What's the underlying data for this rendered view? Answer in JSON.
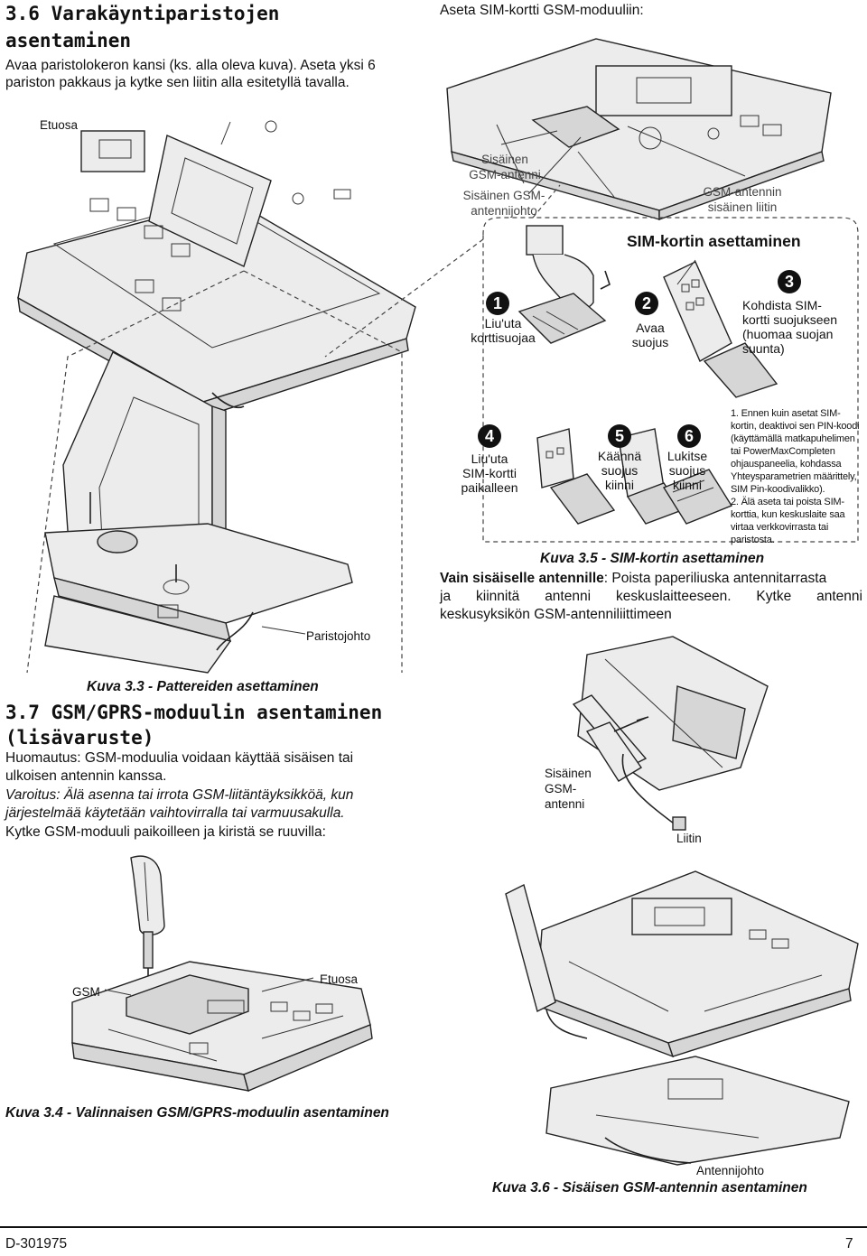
{
  "section36": {
    "title_line1": "3.6 Varakäyntiparistojen",
    "title_line2": "asentaminen",
    "para_line1": "Avaa paristolokeron kansi (ks. alla oleva kuva). Aseta yksi 6",
    "para_line2": "pariston pakkaus ja kytke sen liitin alla esitetyllä tavalla."
  },
  "fig33": {
    "label_front": "Etuosa",
    "label_wire": "Paristojohto",
    "caption": "Kuva 3.3 - Pattereiden asettaminen"
  },
  "fig35": {
    "intro": "Aseta SIM-kortti GSM-moduuliin:",
    "label_internal_antenna_l1": "Sisäinen",
    "label_internal_antenna_l2": "GSM-antenni",
    "label_antenna_wire_l1": "Sisäinen GSM-",
    "label_antenna_wire_l2": "antennijohto",
    "label_connector_l1": "GSM-antennin",
    "label_connector_l2": "sisäinen liitin",
    "sim_heading": "SIM-kortin asettaminen",
    "steps": [
      {
        "num": "1",
        "l1": "Liu'uta",
        "l2": "korttisuojaa",
        "l3": "",
        "l4": ""
      },
      {
        "num": "2",
        "l1": "Avaa",
        "l2": "suojus",
        "l3": "",
        "l4": ""
      },
      {
        "num": "3",
        "l1": "Kohdista SIM-",
        "l2": "kortti suojukseen",
        "l3": "(huomaa suojan",
        "l4": "suunta)"
      },
      {
        "num": "4",
        "l1": "Liu'uta",
        "l2": "SIM-kortti",
        "l3": "paikalleen",
        "l4": ""
      },
      {
        "num": "5",
        "l1": "Käännä",
        "l2": "suojus",
        "l3": "kiinni",
        "l4": ""
      },
      {
        "num": "6",
        "l1": "Lukitse",
        "l2": "suojus",
        "l3": "kiinni",
        "l4": ""
      }
    ],
    "notes": [
      "1. Ennen kuin asetat SIM-",
      "kortin, deaktivoi sen PIN-koodi",
      "(käyttämällä matkapuhelimen",
      "tai PowerMaxCompleten",
      "ohjauspaneelia, kohdassa",
      "Yhteysparametrien määrittely,",
      "SIM Pin-koodivalikko).",
      "2. Älä aseta tai poista SIM-",
      "korttia, kun keskuslaite saa",
      "virtaa verkkovirrasta tai",
      "paristosta."
    ],
    "caption": "Kuva 3.5 - SIM-kortin asettaminen",
    "bold_lead": "Vain sisäiselle antennille",
    "text_line1": ": Poista paperiliuska antennitarrasta",
    "text_line2": "ja kiinnitä antenni keskuslaitteeseen. Kytke antenni",
    "text_line3": "keskusyksikön GSM-antenniliittimeen"
  },
  "section37": {
    "title_line1": "3.7 GSM/GPRS-moduulin asentaminen",
    "title_line2": "(lisävaruste)",
    "note_line1": "Huomautus: GSM-moduulia voidaan käyttää sisäisen tai",
    "note_line2": "ulkoisen antennin kanssa.",
    "warn_line1": "Varoitus: Älä asenna tai irrota GSM-liitäntäyksikköä, kun",
    "warn_line2": "järjestelmää käytetään vaihtovirralla tai varmuusakulla.",
    "instr": "Kytke GSM-moduuli paikoilleen ja kiristä se ruuvilla:"
  },
  "fig34": {
    "label_gsm": "GSM",
    "label_front": "Etuosa",
    "caption": "Kuva 3.4 - Valinnaisen GSM/GPRS-moduulin asentaminen"
  },
  "fig36": {
    "label_antenna_l1": "Sisäinen",
    "label_antenna_l2": "GSM-",
    "label_antenna_l3": "antenni",
    "label_connector": "Liitin",
    "label_wire": "Antennijohto",
    "caption": "Kuva 3.6 - Sisäisen GSM-antennin asentaminen"
  },
  "footer": {
    "doc_number": "D-301975",
    "page_number": "7"
  }
}
